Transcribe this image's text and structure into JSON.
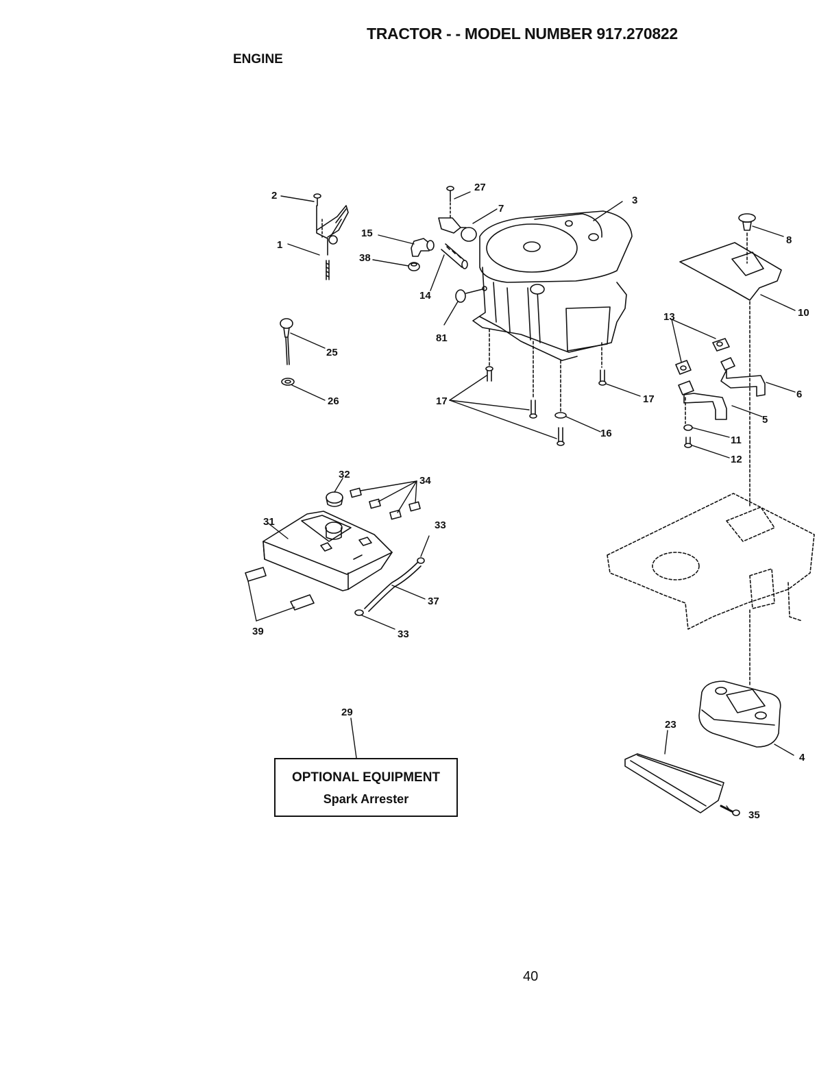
{
  "header": {
    "title": "TRACTOR - - MODEL NUMBER 917.270822",
    "section": "ENGINE"
  },
  "optional_box": {
    "heading": "OPTIONAL EQUIPMENT",
    "item": "Spark Arrester"
  },
  "callouts": [
    "1",
    "2",
    "3",
    "4",
    "5",
    "6",
    "7",
    "8",
    "10",
    "11",
    "12",
    "13",
    "14",
    "15",
    "16",
    "17",
    "17",
    "23",
    "25",
    "26",
    "27",
    "29",
    "31",
    "32",
    "33",
    "33",
    "34",
    "35",
    "37",
    "38",
    "39",
    "81"
  ],
  "footer": {
    "page_number": "40"
  }
}
